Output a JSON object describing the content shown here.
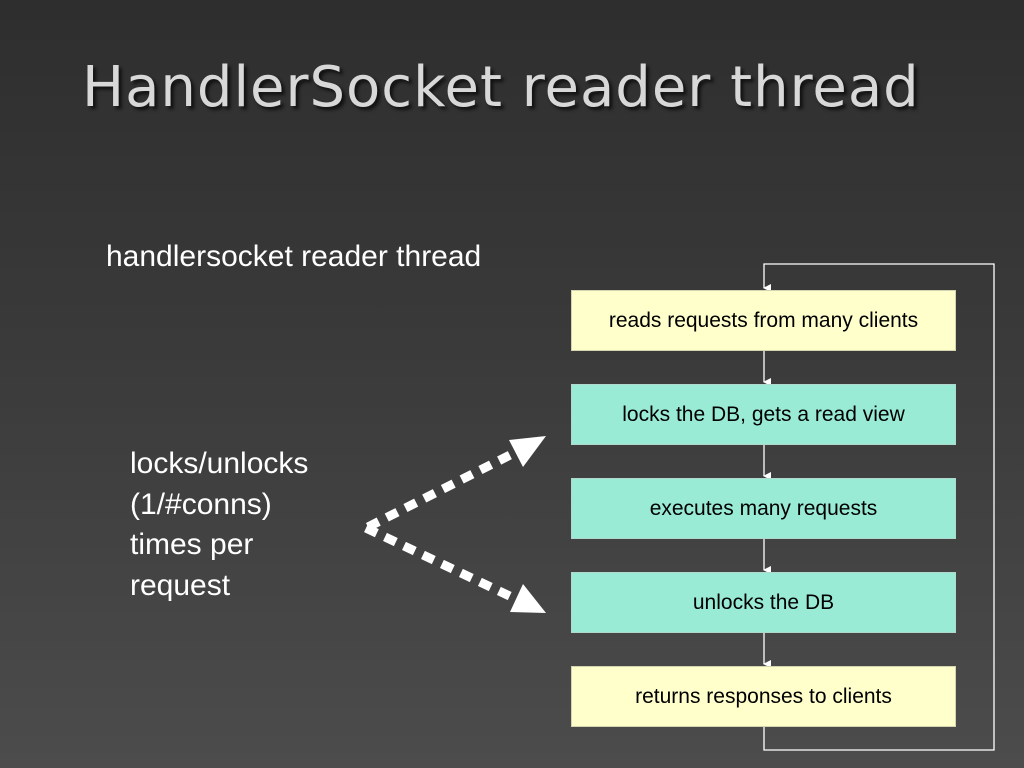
{
  "slide": {
    "title": "HandlerSocket reader thread",
    "subtitle": "handlersocket reader thread",
    "note_lines": [
      "locks/unlocks",
      "(1/#conns)",
      "times per",
      "request"
    ]
  },
  "flow": {
    "steps": [
      {
        "label": "reads requests from many clients",
        "fill": "#ffffcc"
      },
      {
        "label": "locks the DB, gets a read view",
        "fill": "#99ebd6"
      },
      {
        "label": "executes many requests",
        "fill": "#99ebd6"
      },
      {
        "label": "unlocks the DB",
        "fill": "#99ebd6"
      },
      {
        "label": "returns responses to clients",
        "fill": "#ffffcc"
      }
    ],
    "loop": "back to first step",
    "pointers": [
      "to lock step",
      "to unlock step"
    ]
  },
  "colors": {
    "background": "#3a3a3a",
    "title": "#d8d8d8",
    "text": "#ffffff",
    "connector": "#ffffff"
  }
}
